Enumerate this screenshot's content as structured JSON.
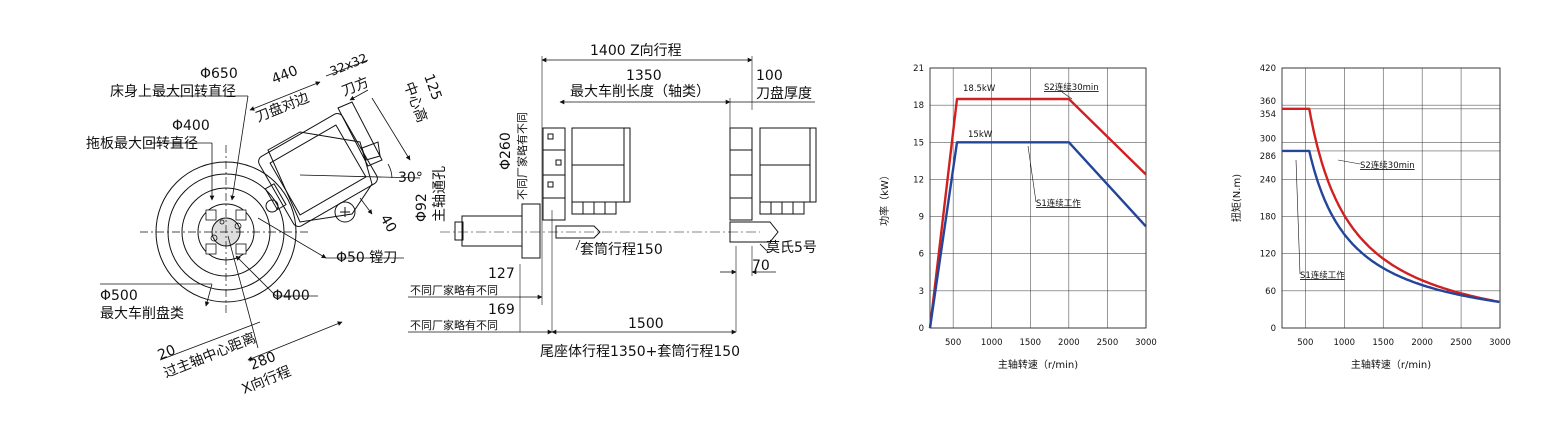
{
  "drawing": {
    "lathe_labels": {
      "swing_over_bed_dia": "Φ650",
      "swing_over_bed": "床身上最大回转直径",
      "turret_flat": "440",
      "turret_flat_label": "刀盘对边",
      "tool_square": "32x32",
      "tool_square_label": "刀方",
      "center_height": "125",
      "center_height_label": "中心高",
      "swing_over_carriage_dia": "Φ400",
      "swing_over_carriage": "拖板最大回转直径",
      "angle": "30°",
      "spindle_bore_dia": "Φ92",
      "spindle_bore": "主轴通孔",
      "dim_40": "40",
      "boring_bar": "Φ50 镗刀",
      "max_turning_dia": "Φ500",
      "max_turning_label": "最大车削盘类",
      "dia_400b": "Φ400",
      "over_center": "20",
      "over_center_label": "过主轴中心距离",
      "x_travel": "280",
      "x_travel_label": "X向行程"
    },
    "side_labels": {
      "z_travel": "1400 Z向行程",
      "max_turn_len": "1350",
      "max_turn_len_label": "最大车削长度（轴类）",
      "turret_thick": "100",
      "turret_thick_label": "刀盘厚度",
      "chuck_dia": "Φ260",
      "chuck_note": "不同厂家略有不同",
      "quill_travel": "套筒行程150",
      "morse": "莫氏5号",
      "dim_127": "127",
      "note_127": "不同厂家略有不同",
      "dim_169": "169",
      "note_169": "不同厂家略有不同",
      "dim_70": "70",
      "dim_1500": "1500",
      "tail_travel": "尾座体行程1350+套筒行程150"
    }
  },
  "chart_data": [
    {
      "type": "line",
      "xlabel": "主轴转速（r/min)",
      "ylabel": "功率（kW）",
      "xlim": [
        200,
        3000
      ],
      "ylim": [
        0,
        21
      ],
      "xticks": [
        500,
        1000,
        1500,
        2000,
        2500,
        3000
      ],
      "yticks": [
        0,
        3,
        6,
        9,
        12,
        15,
        18,
        21
      ],
      "grid": true,
      "series": [
        {
          "name": "S2连续30min",
          "color": "#d02020",
          "x": [
            200,
            550,
            2000,
            3000
          ],
          "y": [
            0,
            18.5,
            18.5,
            12.4
          ]
        },
        {
          "name": "S1连续工作",
          "color": "#23459a",
          "x": [
            200,
            550,
            2000,
            3000
          ],
          "y": [
            0,
            15,
            15,
            8.2
          ]
        }
      ],
      "annotations": [
        "18.5kW",
        "15kW"
      ]
    },
    {
      "type": "line",
      "xlabel": "主轴转速（r/min)",
      "ylabel": "扭矩(N.m)",
      "xlim": [
        200,
        3000
      ],
      "ylim": [
        0,
        420
      ],
      "xticks": [
        500,
        1000,
        1500,
        2000,
        2500,
        3000
      ],
      "yticks": [
        0,
        60,
        120,
        180,
        240,
        286,
        300,
        354,
        360,
        420
      ],
      "grid": true,
      "series": [
        {
          "name": "S2连续30min",
          "color": "#d02020",
          "x": [
            200,
            550,
            700,
            1000,
            1500,
            2000,
            2500,
            3000
          ],
          "y": [
            354,
            354,
            280,
            200,
            133,
            95,
            65,
            42
          ]
        },
        {
          "name": "S1连续工作",
          "color": "#23459a",
          "x": [
            200,
            550,
            700,
            1000,
            1500,
            2000,
            2500,
            3000
          ],
          "y": [
            286,
            286,
            220,
            155,
            100,
            70,
            52,
            42
          ]
        }
      ]
    }
  ]
}
